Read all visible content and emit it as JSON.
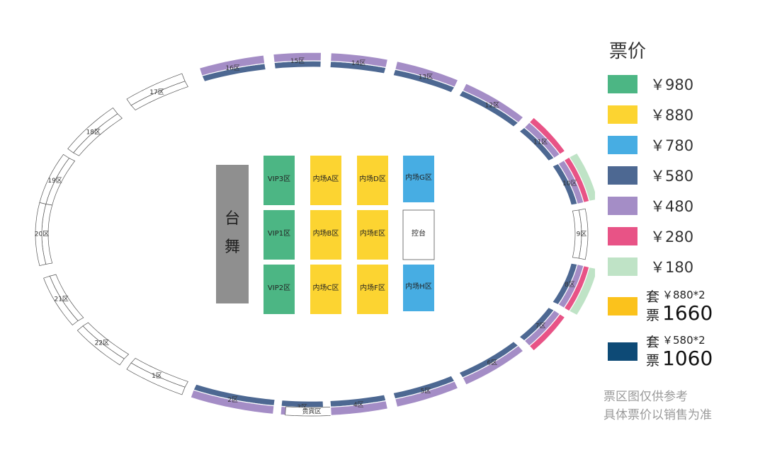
{
  "colors": {
    "p980": "#4cb684",
    "p880": "#fcd431",
    "p780": "#47ade3",
    "p580": "#4d6892",
    "p480": "#a48dc6",
    "p280": "#e85386",
    "p180": "#bfe3c6",
    "pkg1660": "#fbc21c",
    "pkg1060": "#0d4a76",
    "stage": "#8f8f8f",
    "unsold": "#ffffff",
    "outline": "#555555"
  },
  "legend": {
    "title": "票价",
    "items": [
      {
        "key": "p980",
        "label": "￥980"
      },
      {
        "key": "p880",
        "label": "￥880"
      },
      {
        "key": "p780",
        "label": "￥780"
      },
      {
        "key": "p580",
        "label": "￥580"
      },
      {
        "key": "p480",
        "label": "￥480"
      },
      {
        "key": "p280",
        "label": "￥280"
      },
      {
        "key": "p180",
        "label": "￥180"
      }
    ],
    "packages": [
      {
        "key": "pkg1660",
        "char1": "套",
        "char2": "票",
        "unit": "￥880*2",
        "total": "1660"
      },
      {
        "key": "pkg1060",
        "char1": "套",
        "char2": "票",
        "unit": "￥580*2",
        "total": "1060"
      }
    ]
  },
  "note": {
    "line1": "票区图仅供参考",
    "line2": "具体票价以销售为准"
  },
  "stage": {
    "char1": "舞",
    "char2": "台"
  },
  "floor_blocks": [
    {
      "name": "VIP3区",
      "color": "p980"
    },
    {
      "name": "内场A区",
      "color": "p880"
    },
    {
      "name": "内场D区",
      "color": "p880"
    },
    {
      "name": "内场G区",
      "color": "p780"
    },
    {
      "name": "VIP1区",
      "color": "p980"
    },
    {
      "name": "内场B区",
      "color": "p880"
    },
    {
      "name": "内场E区",
      "color": "p880"
    },
    {
      "name": "控台",
      "color": "unsold"
    },
    {
      "name": "VIP2区",
      "color": "p980"
    },
    {
      "name": "内场C区",
      "color": "p880"
    },
    {
      "name": "内场F区",
      "color": "p880"
    },
    {
      "name": "内场H区",
      "color": "p780"
    }
  ],
  "zones": [
    {
      "label": "1区",
      "rings": [
        "unsold",
        "unsold"
      ]
    },
    {
      "label": "2区",
      "rings": [
        "p580",
        "p480"
      ]
    },
    {
      "label": "3区",
      "rings": [
        "p580",
        "p480"
      ]
    },
    {
      "label": "贵宾区",
      "rings": [
        "unsold"
      ]
    },
    {
      "label": "4区",
      "rings": [
        "p580",
        "p480"
      ]
    },
    {
      "label": "5区",
      "rings": [
        "p580",
        "p480"
      ]
    },
    {
      "label": "6区",
      "rings": [
        "p580",
        "p480"
      ]
    },
    {
      "label": "7区",
      "rings": [
        "p580",
        "p480",
        "p280"
      ]
    },
    {
      "label": "8区",
      "rings": [
        "p580",
        "p480",
        "p280",
        "p180"
      ]
    },
    {
      "label": "9区",
      "rings": [
        "unsold",
        "unsold"
      ]
    },
    {
      "label": "10区",
      "rings": [
        "p580",
        "p480",
        "p280",
        "p180"
      ]
    },
    {
      "label": "11区",
      "rings": [
        "p580",
        "p480",
        "p280"
      ]
    },
    {
      "label": "12区",
      "rings": [
        "p580",
        "p480"
      ]
    },
    {
      "label": "13区",
      "rings": [
        "p580",
        "p480"
      ]
    },
    {
      "label": "14区",
      "rings": [
        "p580",
        "p480"
      ]
    },
    {
      "label": "15区",
      "rings": [
        "p580",
        "p480"
      ]
    },
    {
      "label": "16区",
      "rings": [
        "p580",
        "p480"
      ]
    },
    {
      "label": "17区",
      "rings": [
        "unsold",
        "unsold"
      ]
    },
    {
      "label": "18区",
      "rings": [
        "unsold",
        "unsold"
      ]
    },
    {
      "label": "19区",
      "rings": [
        "unsold",
        "unsold"
      ]
    },
    {
      "label": "20区",
      "rings": [
        "unsold",
        "unsold"
      ]
    },
    {
      "label": "21区",
      "rings": [
        "unsold",
        "unsold"
      ]
    },
    {
      "label": "22区",
      "rings": [
        "unsold",
        "unsold"
      ]
    }
  ]
}
